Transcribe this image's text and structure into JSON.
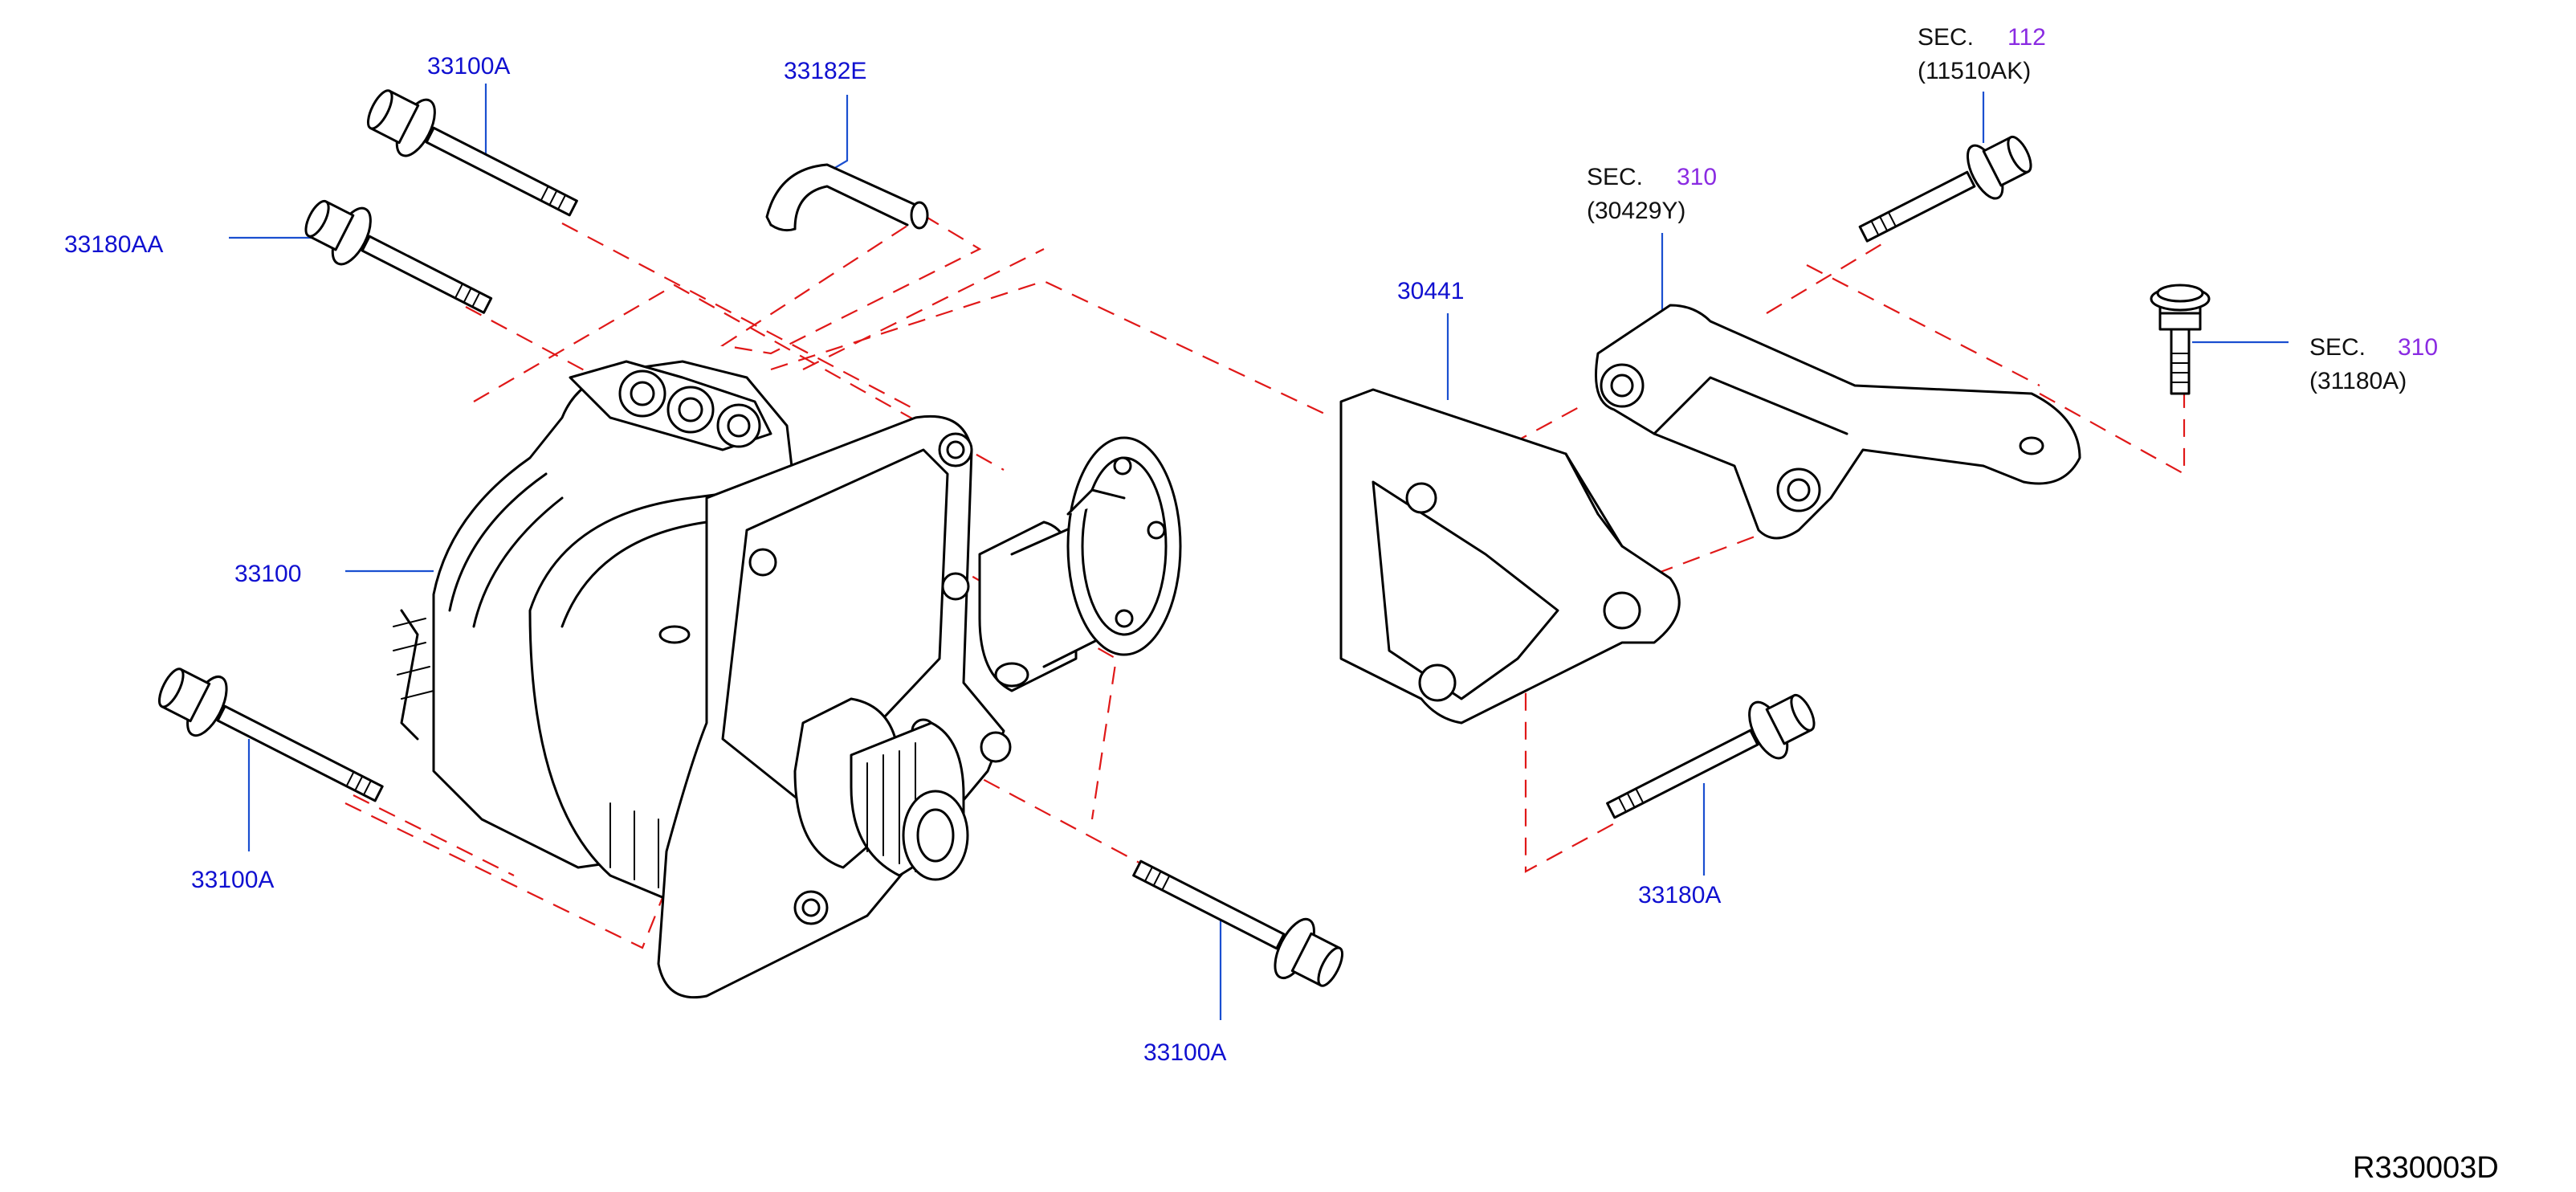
{
  "diagram": {
    "reference_code": "R330003D",
    "callouts": [
      {
        "id": "bolt-top-left",
        "part_number": "33100A"
      },
      {
        "id": "hose",
        "part_number": "33182E"
      },
      {
        "id": "bolt-upper-left",
        "part_number": "33180AA"
      },
      {
        "id": "alternator",
        "part_number": "33100"
      },
      {
        "id": "bolt-lower-left",
        "part_number": "33100A"
      },
      {
        "id": "bolt-bottom-center",
        "part_number": "33100A"
      },
      {
        "id": "bracket",
        "part_number": "30441"
      },
      {
        "id": "bolt-bottom-right",
        "part_number": "33180A"
      }
    ],
    "section_refs": [
      {
        "id": "sec-112",
        "prefix": "SEC.",
        "number": "112",
        "part": "(11510AK)"
      },
      {
        "id": "sec-310-arm",
        "prefix": "SEC.",
        "number": "310",
        "part": "(30429Y)"
      },
      {
        "id": "sec-310-bolt",
        "prefix": "SEC.",
        "number": "310",
        "part": "(31180A)"
      }
    ]
  }
}
